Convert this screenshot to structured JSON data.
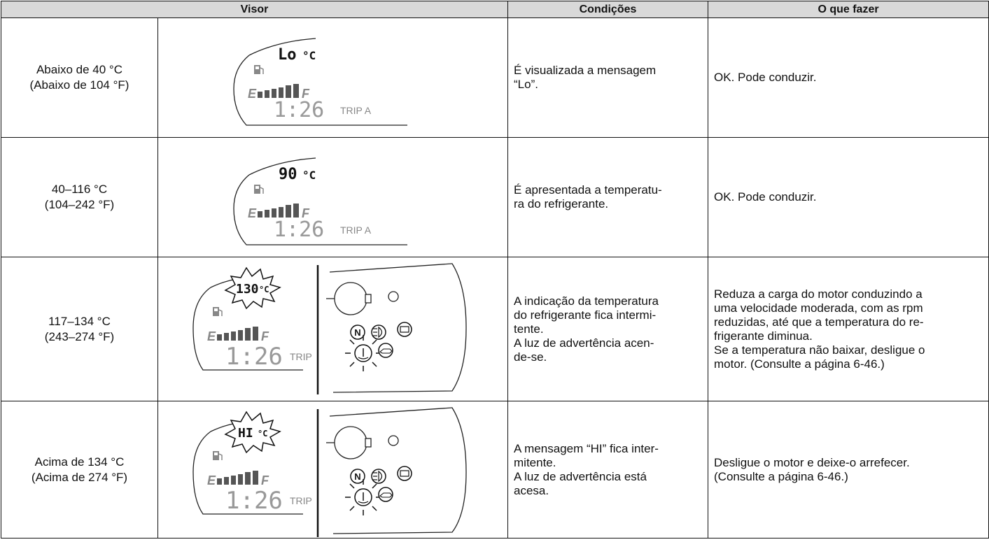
{
  "headers": {
    "visor": "Visor",
    "condicoes": "Condições",
    "o_que_fazer": "O que fazer"
  },
  "rows": [
    {
      "range": [
        "Abaixo de 40 °C",
        "(Abaixo de 104 °F)"
      ],
      "lcd": {
        "temp": "Lo",
        "unit": "°C",
        "clock": "1:26",
        "trip": "TRIP A",
        "fuel_e": "E",
        "fuel_f": "F"
      },
      "conditions": [
        "É visualizada a mensagem",
        "“Lo”."
      ],
      "action": [
        "OK. Pode conduzir."
      ]
    },
    {
      "range": [
        "40–116 °C",
        "(104–242 °F)"
      ],
      "lcd": {
        "temp": "90",
        "unit": "°C",
        "clock": "1:26",
        "trip": "TRIP A",
        "fuel_e": "E",
        "fuel_f": "F"
      },
      "conditions": [
        "É apresentada a temperatu-",
        "ra do refrigerante."
      ],
      "action": [
        "OK. Pode conduzir."
      ]
    },
    {
      "range": [
        "117–134 °C",
        "(243–274 °F)"
      ],
      "lcd": {
        "temp": "130",
        "unit": "°C",
        "clock": "1:26",
        "trip": "TRIP",
        "fuel_e": "E",
        "fuel_f": "F"
      },
      "conditions": [
        "A indicação da temperatura",
        "do refrigerante fica intermi-",
        "tente.",
        "A luz de advertência acen-",
        "de-se."
      ],
      "action": [
        "Reduza a carga do motor conduzindo a",
        "uma velocidade moderada, com as rpm",
        "reduzidas, até que a temperatura do re-",
        "frigerante diminua.",
        "Se a temperatura não baixar, desligue o",
        "motor. (Consulte a página 6-46.)"
      ]
    },
    {
      "range": [
        "Acima de 134 °C",
        "(Acima de 274 °F)"
      ],
      "lcd": {
        "temp": "HI",
        "unit": "°C",
        "clock": "1:26",
        "trip": "TRIP",
        "fuel_e": "E",
        "fuel_f": "F"
      },
      "conditions": [
        "A mensagem “HI” fica inter-",
        "mitente.",
        "A luz de advertência está",
        "acesa."
      ],
      "action": [
        "Desligue o motor e deixe-o arrefecer.",
        "(Consulte a página 6-46.)"
      ]
    }
  ],
  "indicator_icons": [
    "neutral-indicator-icon",
    "high-beam-icon",
    "engine-warning-icon",
    "coolant-temperature-warning-icon",
    "oil-pressure-icon"
  ],
  "colors": {
    "header_bg": "#d9d9d9",
    "lcd_segment": "#555555",
    "lcd_dim": "#999999"
  }
}
